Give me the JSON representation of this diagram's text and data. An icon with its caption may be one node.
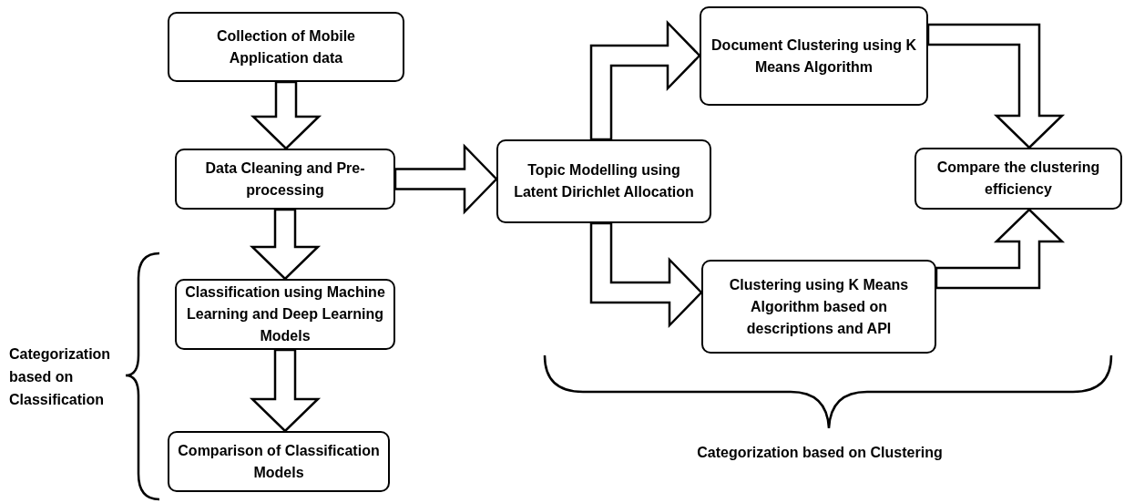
{
  "diagram": {
    "nodes": [
      {
        "text": [
          "Collection of Mobile Application data"
        ]
      },
      {
        "text": [
          "Data Cleaning and Pre-processing"
        ]
      },
      {
        "text": [
          "Classification using Machine Learning and Deep Learning Models"
        ]
      },
      {
        "text": [
          "Comparison of Classification Models"
        ]
      },
      {
        "text": [
          "Topic Modelling using Latent Dirichlet Allocation"
        ]
      },
      {
        "text": [
          "Document Clustering using K Means Algorithm"
        ]
      },
      {
        "text": [
          "Compare the clustering efficiency"
        ]
      },
      {
        "text": [
          "Clustering using K Means Algorithm based on descriptions and API"
        ]
      }
    ],
    "edges": [
      {
        "from": 0,
        "to": 1,
        "arrow": "to"
      },
      {
        "from": 1,
        "to": 2,
        "arrow": "to"
      },
      {
        "from": 2,
        "to": 3,
        "arrow": "to"
      },
      {
        "from": 1,
        "to": 4,
        "arrow": "to"
      },
      {
        "from": 4,
        "to": 5,
        "arrow": "to"
      },
      {
        "from": 4,
        "to": 7,
        "arrow": "to"
      },
      {
        "from": 5,
        "to": 6,
        "arrow": "to"
      },
      {
        "from": 7,
        "to": 6,
        "arrow": "to"
      }
    ],
    "labels": [
      "Categorization based on Classification",
      "Categorization based on Clustering"
    ]
  }
}
